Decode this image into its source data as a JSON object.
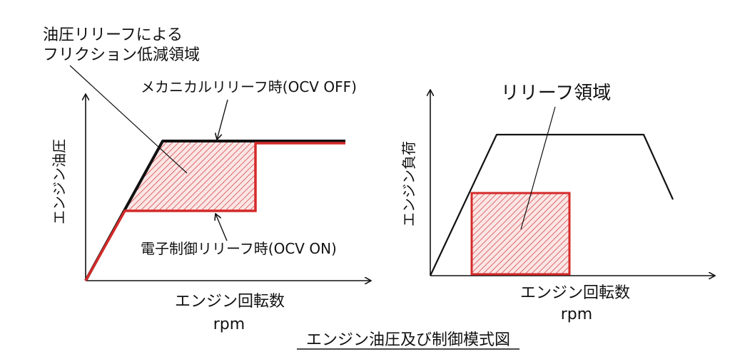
{
  "left_chart": {
    "annotation_friction": [
      "油圧リリーフによる",
      "フリクション低減領域"
    ],
    "label_mechanical": "メカニカルリリーフ時(OCV OFF)",
    "label_electronic": "電子制御リリーフ時(OCV ON)",
    "y_axis_label": "エンジン油圧",
    "x_axis_label": "エンジン回転数",
    "x_axis_unit": "rpm"
  },
  "right_chart": {
    "annotation_relief": "リリーフ領域",
    "y_axis_label": "エンジン負荷",
    "x_axis_label": "エンジン回転数",
    "x_axis_unit": "rpm"
  },
  "caption": "エンジン油圧及び制御模式図",
  "colors": {
    "line": "#111111",
    "relief_red": "#d42a2a",
    "hatch_red": "#d94a4a",
    "fill_pink": "#fbe6e6"
  }
}
